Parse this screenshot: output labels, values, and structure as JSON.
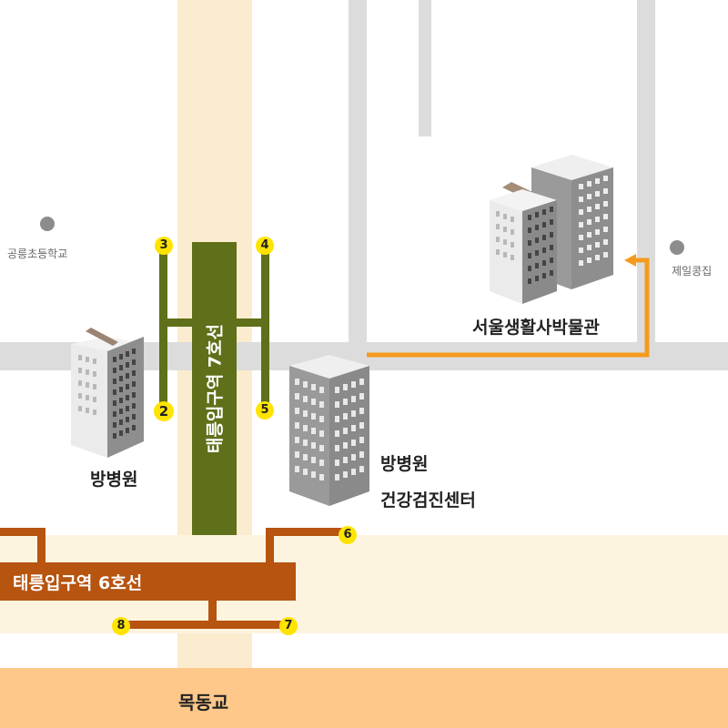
{
  "colors": {
    "road": "#dcdcdc",
    "vertical_road": "#fbeccf",
    "horizontal_band": "#fdf4e0",
    "bottom_road": "#fdc88a",
    "line7": "#5e7019",
    "line6": "#b65410",
    "route": "#f49b1e",
    "exit_marker": "#ffe400",
    "poi_dot": "#8c8c8c"
  },
  "stations": {
    "line7": {
      "name": "태릉입구역 7호선"
    },
    "line6": {
      "name": "태릉입구역 6호선"
    }
  },
  "exits": [
    "2",
    "3",
    "4",
    "5",
    "6",
    "7",
    "8"
  ],
  "labels": {
    "school": "공릉초등학교",
    "church": "제일콩집",
    "museum": "서울생활사박물관",
    "hospital_left": "방병원",
    "hospital_right_line1": "방병원",
    "hospital_right_line2": "건강검진센터",
    "bridge_road": "목동교"
  },
  "icons": [
    "poi-dot-icon",
    "building-icon"
  ]
}
